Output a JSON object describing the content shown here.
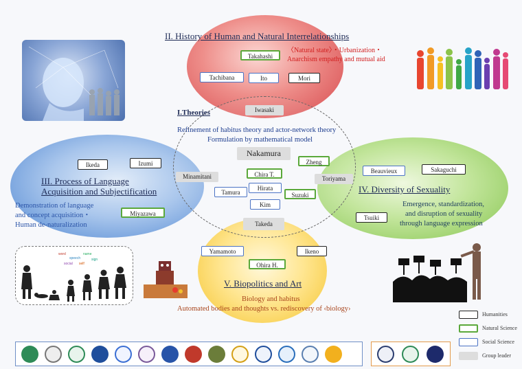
{
  "sections": {
    "history": {
      "title": "II. History of Human and Natural Interrelationships",
      "line1": "〈Natural state〉・Urbanization・",
      "line2": "Anarchism empathy and mutual aid"
    },
    "theories": {
      "title": "I.Theories",
      "line1": "Refinement of habitus theory and actor-network theory",
      "line2": "Formulation by mathematical model"
    },
    "language": {
      "title_line1": "III. Process of Language",
      "title_line2": "Acquisition and Subjectification",
      "line1": "Demonstration of language",
      "line2": "and concept acquisition・",
      "line3": "Human de-naturalization"
    },
    "sexuality": {
      "title": "IV. Diversity of Sexuality",
      "line1": "Emergence, standardization,",
      "line2": "and disruption of sexuality",
      "line3": "through language expression"
    },
    "biopolitics": {
      "title": "V. Biopolitics and Art",
      "line1": "Biology and habitus",
      "line2": "Automated bodies and thoughts vs. rediscovery of ‹biology›"
    }
  },
  "people": {
    "takahashi": "Takahashi",
    "tachibana": "Tachibana",
    "ito": "Ito",
    "mori": "Mori",
    "iwasaki": "Iwasaki",
    "ikeda": "Ikeda",
    "izumi": "Izumi",
    "minamitani": "Minamitani",
    "miyazawa": "Miyazawa",
    "nakamura": "Nakamura",
    "zheng": "Zheng",
    "chira": "Chira T.",
    "hirata": "Hirata",
    "tamura": "Tamura",
    "suzuki": "Suzuki",
    "kim": "Kim",
    "toriyama": "Toriyama",
    "takeda": "Takeda",
    "beauvieux": "Beauvieux",
    "sakaguchi": "Sakaguchi",
    "tsuiki": "Tsuiki",
    "yamamoto": "Yamamoto",
    "ikeno": "Ikeno",
    "ohira": "Ohira H."
  },
  "legend": {
    "humanities": "Humanities",
    "natural": "Natural Science",
    "social": "Social Science",
    "leader": "Group leader"
  },
  "colors": {
    "humanities": "#222222",
    "natural_science": "#5aa83a",
    "social_science": "#4a72c4",
    "group_leader": "#dddddd",
    "history_circle": "#e05a5a",
    "language_circle": "#5b8fd6",
    "sexuality_circle": "#9dd36a",
    "biopolitics_circle": "#ffd966"
  }
}
